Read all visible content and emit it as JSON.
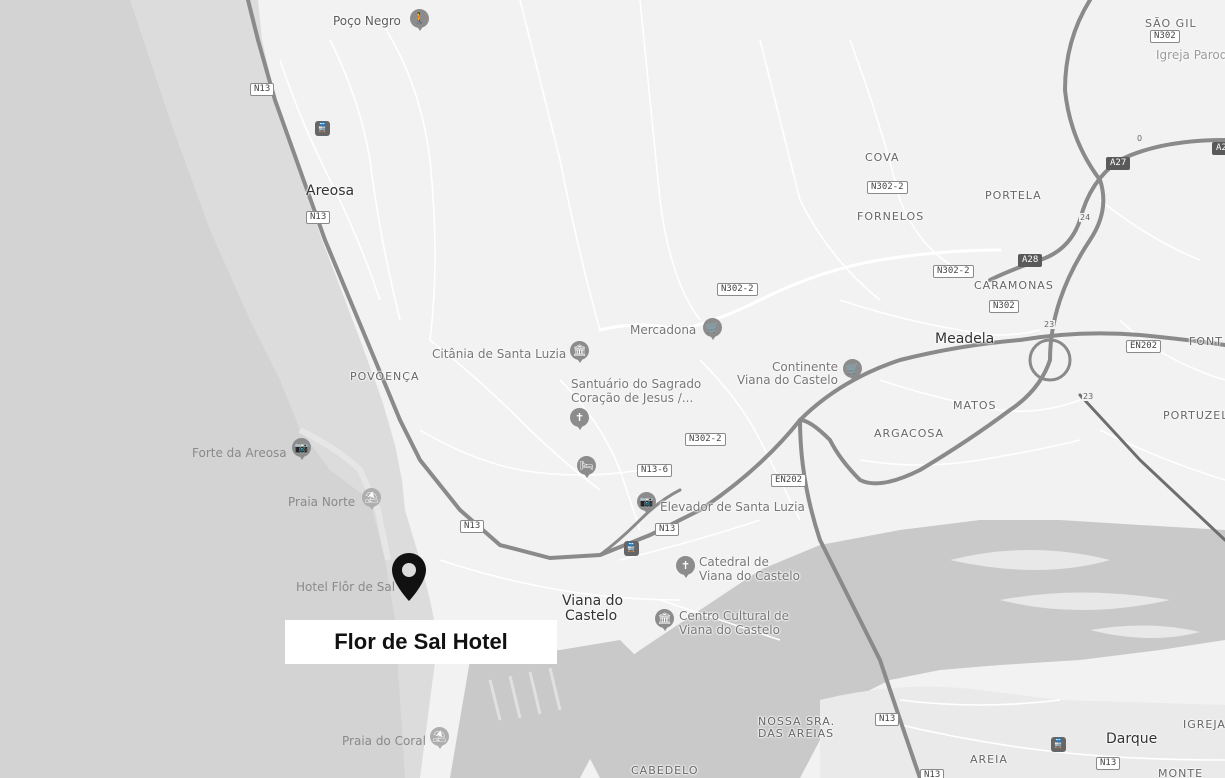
{
  "places": {
    "poco_negro": "Poço Negro",
    "areosa": "Areosa",
    "povoenca": "POVOENÇA",
    "forte_da_areosa": "Forte da Areosa",
    "praia_norte": "Praia Norte",
    "hotel_flor_de_sal": "Hotel Flôr de Sal",
    "praia_do_coral": "Praia do Coral",
    "citania": "Citânia de Santa Luzia",
    "santuario_line1": "Santuário do Sagrado",
    "santuario_line2": "Coração de Jesus /...",
    "mercadona": "Mercadona",
    "continente_line1": "Continente",
    "continente_line2": "Viana do Castelo",
    "elevador": "Elevador de Santa Luzia",
    "catedral_line1": "Catedral de",
    "catedral_line2": "Viana do Castelo",
    "viana_line1": "Viana do",
    "viana_line2": "Castelo",
    "centro_line1": "Centro Cultural de",
    "centro_line2": "Viana do Castelo",
    "cova": "COVA",
    "fornelos": "FORNELOS",
    "portela": "PORTELA",
    "caramonas": "CARAMONAS",
    "meadela": "Meadela",
    "matos": "MATOS",
    "argacosa": "ARGACOSA",
    "sao_gil": "SÃO GIL",
    "igreja_paroq": "Igreja Paroq",
    "font": "FONT",
    "portuzel": "PORTUZEL",
    "nossa_line1": "NOSSA SRA.",
    "nossa_line2": "DAS AREIAS",
    "cabedelo": "CABEDELO",
    "areia": "AREIA",
    "darque": "Darque",
    "igreja": "IGREJA",
    "monte": "MONTE"
  },
  "roads": {
    "n13_a": "N13",
    "n13_b": "N13",
    "n13_c": "N13",
    "n13_d": "N13",
    "n13_e": "N13",
    "n13_f": "N13",
    "n13_g": "N13",
    "n302": "N302",
    "n302_2_a": "N302-2",
    "n302_2_b": "N302-2",
    "n302_2_c": "N302-2",
    "n302_2_d": "N302-2",
    "n13_6": "N13-6",
    "en202_a": "EN202",
    "en202_b": "EN202",
    "a27": "A27",
    "a28": "A28",
    "a_edge": "A2",
    "n24": "24",
    "n23_a": "23",
    "n23_b": "23",
    "n0": "0"
  },
  "icons": {
    "hiking": "hiking-icon",
    "museum": "museum-icon",
    "church": "church-icon",
    "shopping": "shopping-cart-icon",
    "camera": "camera-icon",
    "beach": "beach-umbrella-icon",
    "hotel_bed": "hotel-bed-icon",
    "train": "train-icon",
    "marker": "map-pin-icon"
  },
  "hotel_card": {
    "label": "Flor de Sal Hotel"
  }
}
